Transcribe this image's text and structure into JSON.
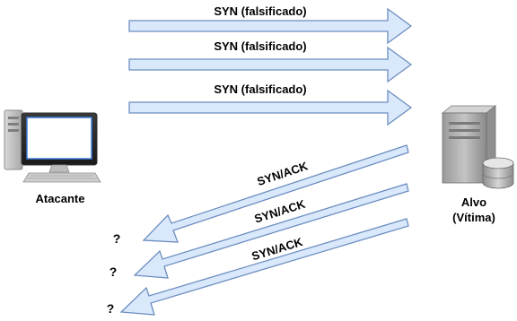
{
  "nodes": {
    "attacker": {
      "label": "Atacante",
      "icon": "desktop-computer-icon"
    },
    "target": {
      "label_line1": "Alvo",
      "label_line2": "(Vítima)",
      "icon": "server-database-icon"
    }
  },
  "syn_arrows": [
    {
      "label": "SYN (falsificado)"
    },
    {
      "label": "SYN (falsificado)"
    },
    {
      "label": "SYN (falsificado)"
    }
  ],
  "synack_arrows": [
    {
      "label": "SYN/ACK",
      "destination": "?"
    },
    {
      "label": "SYN/ACK",
      "destination": "?"
    },
    {
      "label": "SYN/ACK",
      "destination": "?"
    }
  ],
  "colors": {
    "arrow_fill": "#dae8fc",
    "arrow_stroke": "#6c8ebf"
  }
}
